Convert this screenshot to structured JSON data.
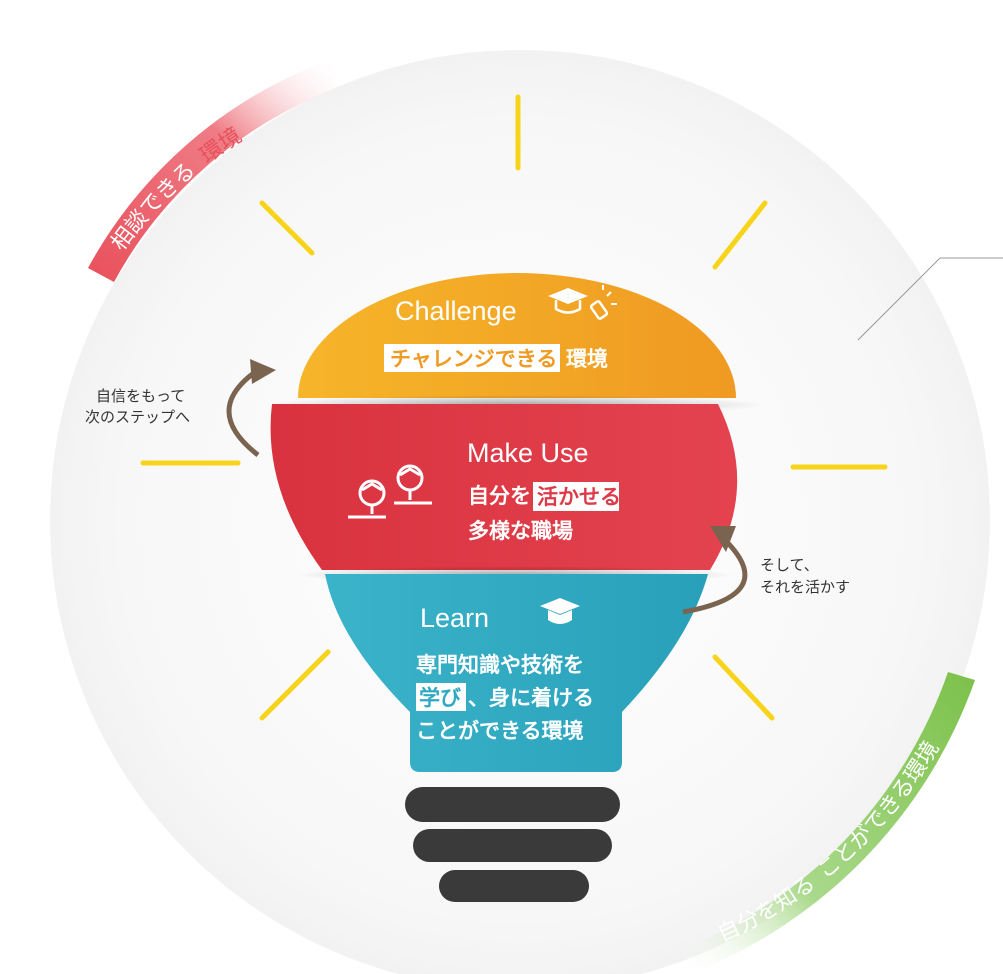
{
  "arcs": {
    "top_left": {
      "part1": "相談できる",
      "part2": "環境",
      "color": "#e8505b"
    },
    "bottom_right": {
      "part1": "自分を知る",
      "part2": "ことができる環境",
      "color": "#7cc14a"
    }
  },
  "levels": {
    "challenge": {
      "title": "Challenge",
      "highlight": "チャレンジできる",
      "tail": "環境",
      "color": "#f2a623",
      "icon": "graduate-flashlight-icon"
    },
    "make_use": {
      "title": "Make Use",
      "line1_pre": "自分を",
      "line1_highlight": "活かせる",
      "line2": "多様な職場",
      "color": "#dd3a48",
      "icon": "graduates-on-pins-icon"
    },
    "learn": {
      "title": "Learn",
      "line1": "専門知識や技術を",
      "line2_highlight": "学び",
      "line2_tail": "、身に着ける",
      "line3": "ことができる環境",
      "color": "#2fa9c1",
      "icon": "graduate-cap-icon"
    }
  },
  "side_notes": {
    "left": {
      "line1": "自信をもって",
      "line2": "次のステップへ"
    },
    "right": {
      "line1": "そして、",
      "line2": "それを活かす"
    }
  },
  "colors": {
    "rays": "#f7d31a",
    "base": "#3a3a3a",
    "arrow": "#7a6450"
  }
}
